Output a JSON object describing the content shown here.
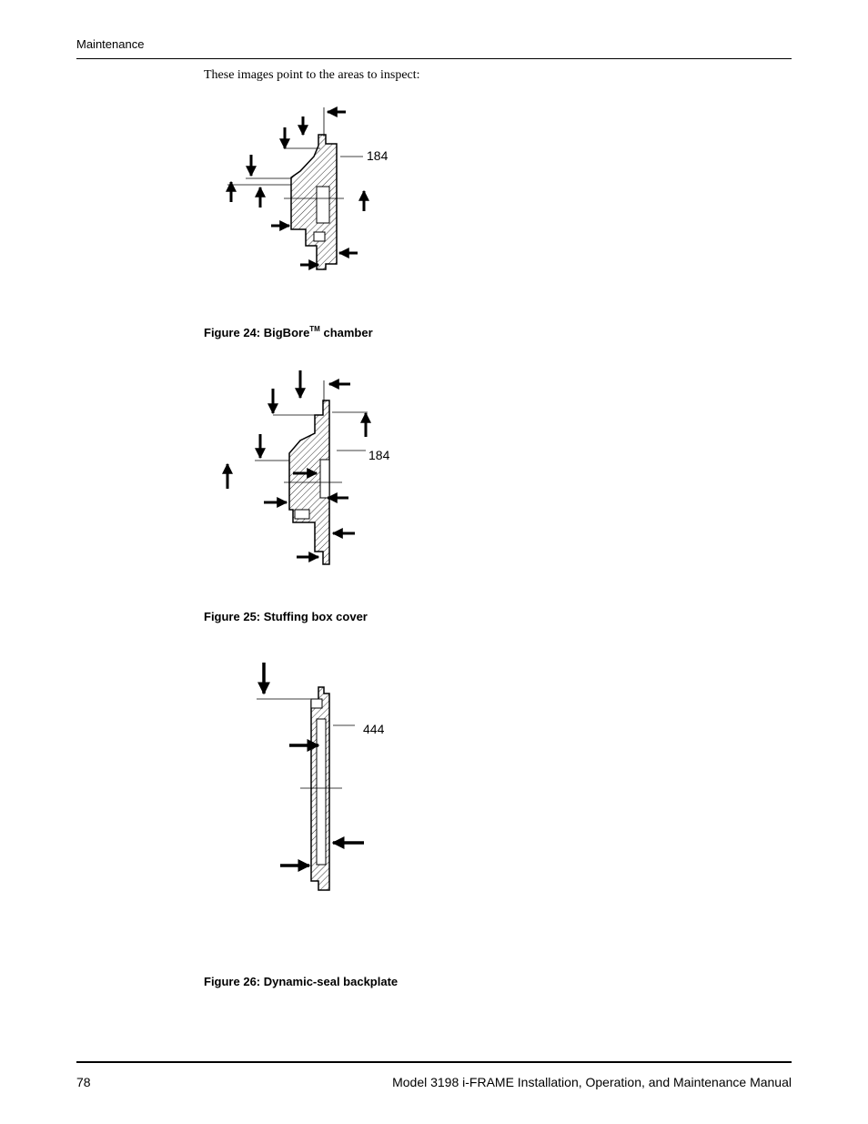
{
  "header": {
    "section": "Maintenance"
  },
  "intro": "These images point to the areas to inspect:",
  "figures": [
    {
      "caption_prefix": "Figure 24: BigBore",
      "caption_sup": "TM",
      "caption_suffix": " chamber",
      "callout": "184"
    },
    {
      "caption": "Figure 25: Stuffing box cover",
      "callout": "184"
    },
    {
      "caption": "Figure 26: Dynamic-seal backplate",
      "callout": "444"
    }
  ],
  "footer": {
    "page_number": "78",
    "manual_title": "Model 3198 i-FRAME Installation, Operation, and Maintenance Manual"
  },
  "colors": {
    "ink": "#000000",
    "paper": "#ffffff"
  }
}
